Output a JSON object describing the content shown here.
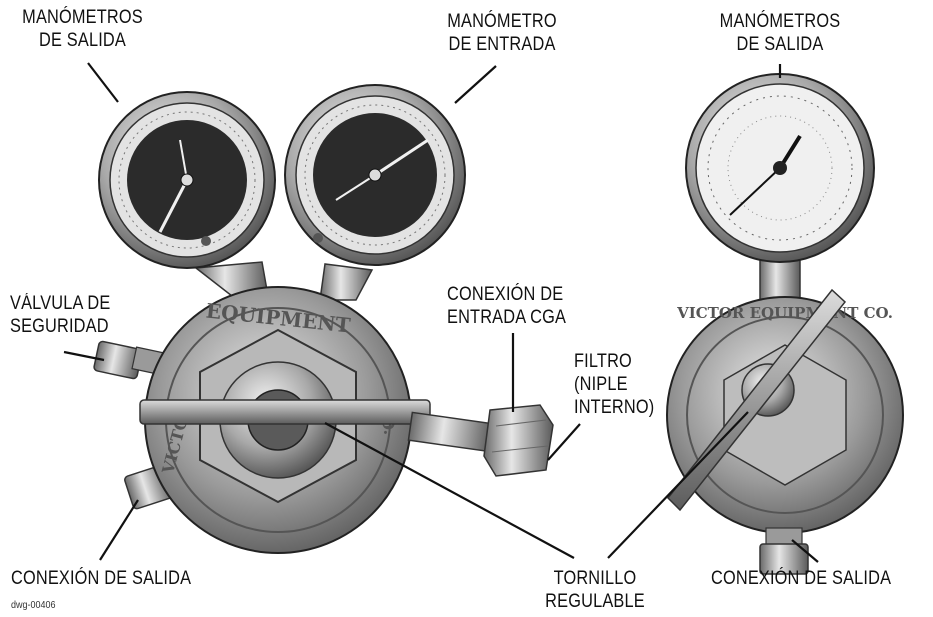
{
  "labels": {
    "outlet_gauges_left": [
      "MANÓMETROS",
      "DE SALIDA"
    ],
    "inlet_gauge": [
      "MANÓMETRO",
      "DE ENTRADA"
    ],
    "outlet_gauges_right": [
      "MANÓMETROS",
      "DE SALIDA"
    ],
    "safety_valve": [
      "VÁLVULA DE",
      "SEGURIDAD"
    ],
    "cga_inlet": [
      "CONEXIÓN DE",
      "ENTRADA CGA"
    ],
    "filter": [
      "FILTRO",
      "(NIPLE",
      "INTERNO)"
    ],
    "outlet_connection_left": "CONEXIÓN DE SALIDA",
    "adjusting_screw": [
      "TORNILLO",
      "REGULABLE"
    ],
    "outlet_connection_right": "CONEXIÓN DE SALIDA"
  },
  "drawing_number": "dwg-00406",
  "stamped_text": {
    "bonnet_left": "EQUIPMENT",
    "bonnet_left_side_a": "VICTOR",
    "bonnet_left_side_b": "CO.",
    "bonnet_right": "VICTOR EQUIPMENT CO."
  },
  "colors": {
    "line": "#111111",
    "metal_dark": "#4a4a4a",
    "metal_mid": "#8a8a8a",
    "metal_light": "#d6d6d6",
    "dial_dark": "#2b2b2b",
    "dial_light": "#e4e4e4"
  }
}
